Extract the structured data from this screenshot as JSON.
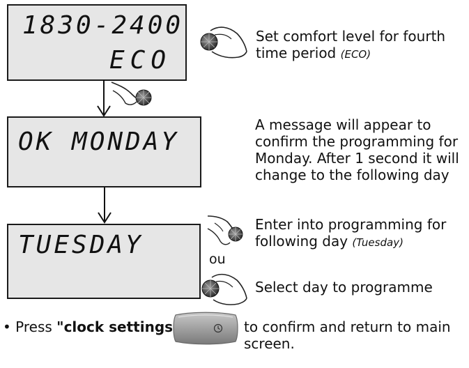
{
  "screens": [
    {
      "line1": "1830-2400",
      "line2": "ECO"
    },
    {
      "line1": "OK MONDAY"
    },
    {
      "line1": "TUESDAY"
    }
  ],
  "descriptions": {
    "step1_main": "Set comfort level for fourth time period",
    "step1_note": "(ECO)",
    "step2": "A message will appear to confirm the programming for Monday. After 1 second it will change to the following day",
    "step3_main": "Enter into programming for following day",
    "step3_note": "(Tuesday)",
    "or_label": "ou",
    "step4": "Select day to programme"
  },
  "footer": {
    "bullet": "•",
    "prefix": "Press",
    "button_name": "\"clock settings\"",
    "suffix": "to confirm and return to main screen."
  },
  "icons": {
    "turn_knob": "hand-turning-knob-icon",
    "press_knob": "hand-pressing-knob-icon",
    "clock_button": "clock-icon"
  },
  "colors": {
    "lcd_bg": "#e6e6e6",
    "lcd_border": "#1a1a1a",
    "button_grey": "#9a9a9a"
  }
}
